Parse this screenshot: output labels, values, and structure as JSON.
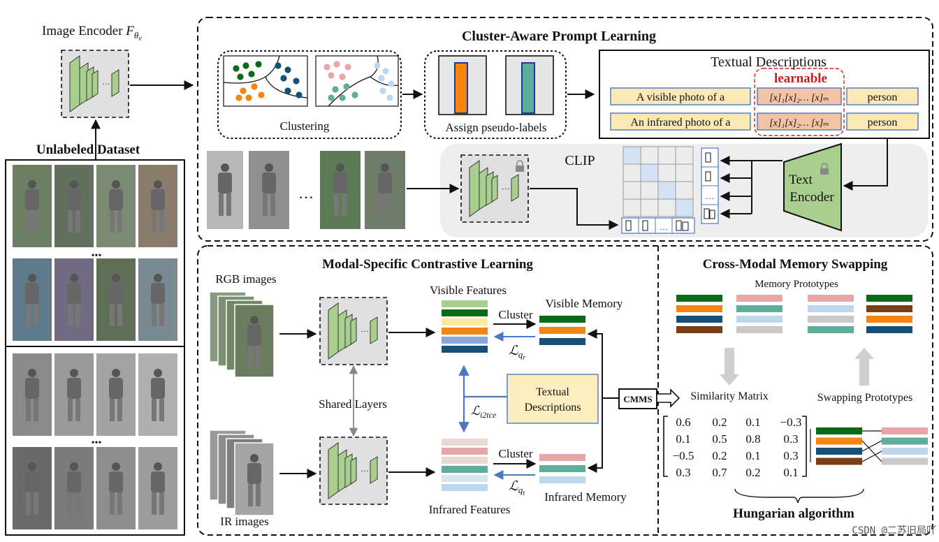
{
  "encoder": {
    "title": "Image Encoder ",
    "symbol": "F",
    "sub": "θ",
    "subsub": "v"
  },
  "dataset": {
    "title": "Unlabeled Dataset",
    "ellipsis": "•••"
  },
  "capl": {
    "title": "Cluster-Aware Prompt Learning",
    "clustering_label": "Clustering",
    "assign_label": "Assign pseudo-labels",
    "textual": {
      "title": "Textual Descriptions",
      "learnable": "learnable",
      "rows": [
        {
          "prefix": "A visible photo of a",
          "tokens": "[x]₁[x]₂… [x]ₘ",
          "suffix": "person"
        },
        {
          "prefix": "An infrared photo of a",
          "tokens": "[x]₁[x]₂… [x]ₘ",
          "suffix": "person"
        }
      ]
    },
    "clip_label": "CLIP",
    "text_encoder_line1": "Text",
    "text_encoder_line2": "Encoder",
    "dots": "…"
  },
  "mscl": {
    "title": "Modal-Specific Contrastive Learning",
    "rgb_label": "RGB images",
    "ir_label": "IR images",
    "shared_layers": "Shared Layers",
    "visible_features": "Visible Features",
    "infrared_features": "Infrared Features",
    "visible_memory": "Visible Memory",
    "infrared_memory": "Infrared Memory",
    "cluster_top": "Cluster",
    "cluster_bottom": "Cluster",
    "loss_r": "ℒ",
    "loss_r_sub": "q",
    "loss_r_subsub": "r",
    "loss_t": "ℒ",
    "loss_t_sub": "q",
    "loss_t_subsub": "t",
    "loss_i2tce": "ℒ",
    "loss_i2tce_sub": "i2tce",
    "textual_line1": "Textual",
    "textual_line2": "Descriptions",
    "cmms_tag": "CMMS"
  },
  "cmms": {
    "title": "Cross-Modal Memory Swapping",
    "memory_prototypes": "Memory  Prototypes",
    "similarity_matrix": "Similarity Matrix",
    "swapping_prototypes": "Swapping Prototypes",
    "hungarian": "Hungarian algorithm",
    "matrix": [
      [
        "0.6",
        "0.2",
        "0.1",
        "−0.3"
      ],
      [
        "0.1",
        "0.5",
        "0.8",
        "0.3"
      ],
      [
        "−0.5",
        "0.2",
        "0.1",
        "0.3"
      ],
      [
        "0.3",
        "0.7",
        "0.2",
        "0.1"
      ]
    ]
  },
  "watermark": "CSDN @二苏旧局吖",
  "colors": {
    "green": "#0a6b16",
    "orange": "#f5850f",
    "navy": "#15507a",
    "brown": "#7a3e14",
    "pink": "#e8a6a6",
    "teal": "#5fad9d",
    "lightblue": "#bcd7ee",
    "gray": "#c9c9c9",
    "lightgreen": "#a8cf8e",
    "yellow": "#fce89a",
    "steelblue": "#8aa6d8",
    "beige": "#ead9d2",
    "paleblue": "#d4e4f3",
    "arrowblue": "#4a78c2",
    "learnable_red": "#c0201e"
  }
}
